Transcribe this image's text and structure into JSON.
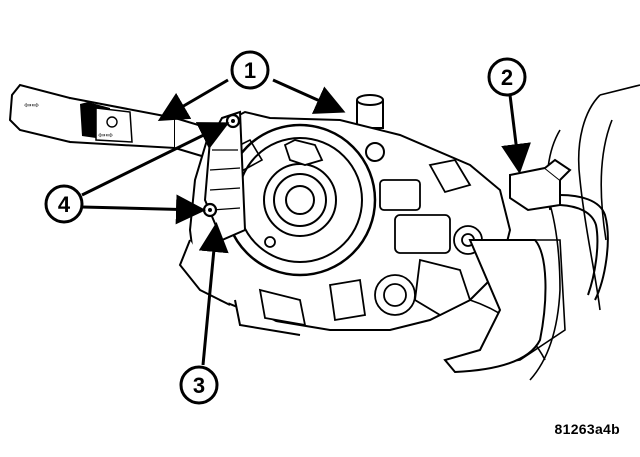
{
  "figure": {
    "figure_id": "81263a4b",
    "callouts": [
      {
        "label": "1"
      },
      {
        "label": "2"
      },
      {
        "label": "3"
      },
      {
        "label": "4"
      }
    ],
    "lever_symbols": {
      "wiper": "⇦⇨",
      "lights": "⇦⇨"
    }
  }
}
